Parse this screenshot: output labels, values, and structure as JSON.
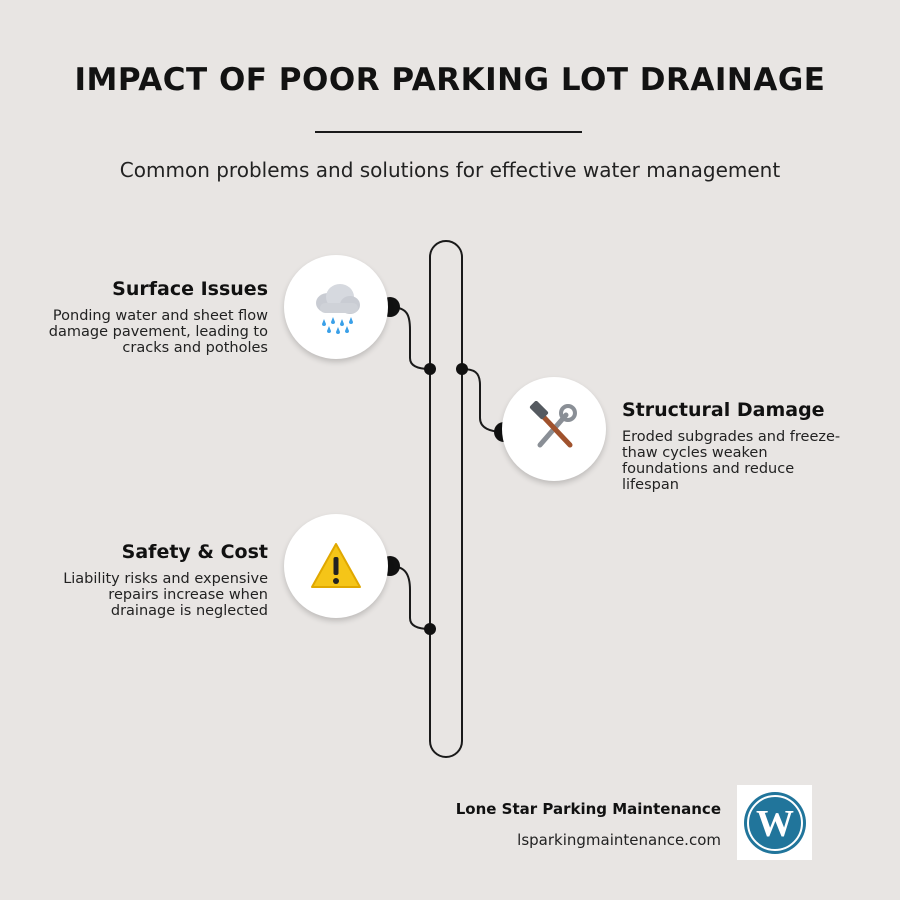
{
  "header": {
    "title": "IMPACT OF POOR PARKING LOT DRAINAGE",
    "subtitle": "Common problems and solutions for effective water management"
  },
  "items": [
    {
      "title": "Surface Issues",
      "description": "Ponding water and sheet flow damage pavement, leading to cracks and potholes",
      "icon": "rain-cloud-icon",
      "side": "left"
    },
    {
      "title": "Structural Damage",
      "description": "Eroded subgrades and freeze-thaw cycles weaken foundations and reduce lifespan",
      "icon": "hammer-wrench-icon",
      "side": "right"
    },
    {
      "title": "Safety & Cost",
      "description": "Liability risks and expensive repairs increase when drainage is neglected",
      "icon": "warning-icon",
      "side": "left"
    }
  ],
  "footer": {
    "company": "Lone Star Parking Maintenance",
    "website": "lsparkingmaintenance.com",
    "logo": "wordpress-logo"
  },
  "colors": {
    "background": "#e8e5e3",
    "line": "#1a1a1a",
    "warning": "#f5c518",
    "logo_blue": "#21759b"
  }
}
